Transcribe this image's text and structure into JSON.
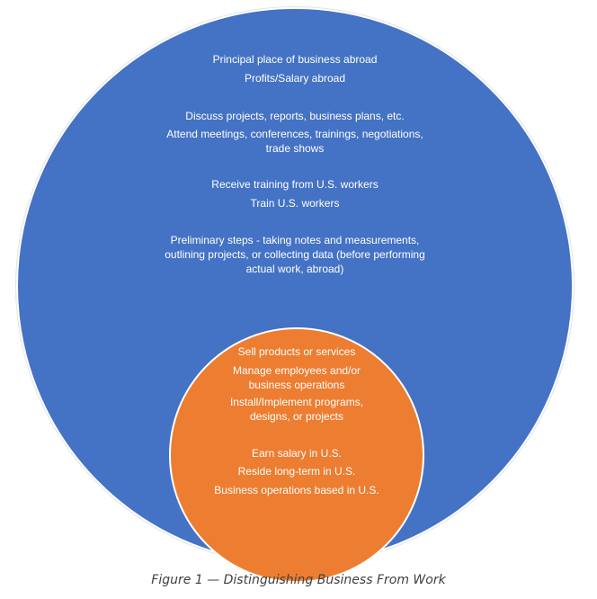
{
  "colors": {
    "outer": "#4472c4",
    "inner": "#ed7d31",
    "text": "#ffffff",
    "caption": "#404040"
  },
  "outer_circle": {
    "items": [
      "Principal place of business abroad",
      "Profits/Salary abroad",
      "Discuss projects, reports, business plans, etc.",
      "Attend meetings, conferences, trainings, negotiations,\ntrade shows",
      "Receive training from U.S. workers",
      "Train U.S. workers",
      "Preliminary steps - taking notes and measurements,\noutlining projects, or collecting data (before performing\nactual work, abroad)"
    ]
  },
  "inner_circle": {
    "items": [
      "Sell products or services",
      "Manage employees and/or\nbusiness operations",
      "Install/Implement programs,\ndesigns, or projects",
      "Earn salary in U.S.",
      "Reside long-term in U.S.",
      "Business operations based in U.S."
    ]
  },
  "caption": "Figure 1 — Distinguishing Business From Work"
}
